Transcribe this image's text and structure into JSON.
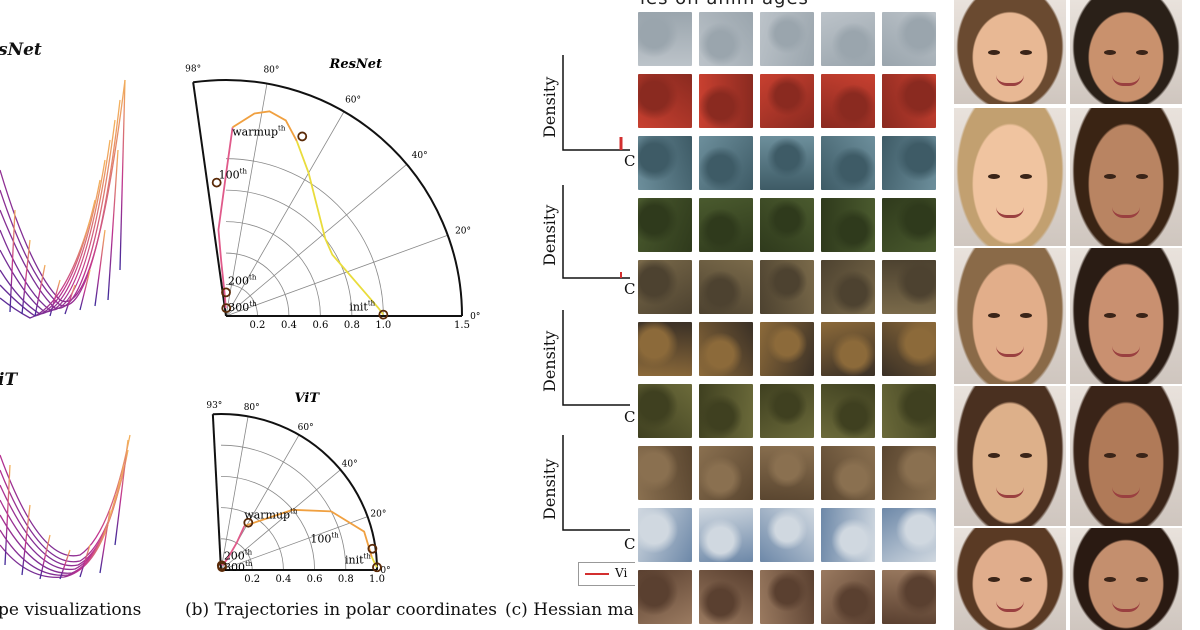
{
  "panel_a": {
    "title_top": "sNet",
    "title_bottom": "iT",
    "caption": "pe visualizations"
  },
  "panel_b": {
    "caption": "(b) Trajectories in polar coordinates",
    "chart_data": [
      {
        "type": "polar-trajectory",
        "title": "ResNet",
        "angle_ticks": [
          "98°",
          "80°",
          "60°",
          "40°",
          "20°",
          "0°"
        ],
        "radius_ticks": [
          "0.2",
          "0.4",
          "0.6",
          "0.8",
          "1.0",
          "1.5"
        ],
        "annotations": [
          "warmup",
          "100",
          "200",
          "300",
          "init"
        ],
        "annotation_sup": "th"
      },
      {
        "type": "polar-trajectory",
        "title": "ViT",
        "angle_ticks": [
          "93°",
          "80°",
          "60°",
          "40°",
          "20°",
          "0°"
        ],
        "radius_ticks": [
          "0.2",
          "0.4",
          "0.6",
          "0.8",
          "1.0"
        ],
        "annotations": [
          "warmup",
          "100",
          "200",
          "300",
          "init"
        ],
        "annotation_sup": "th"
      }
    ]
  },
  "panel_c": {
    "ylabel": "Density",
    "caption": "(c) Hessian ma",
    "legend_partial": "Vi",
    "xtick_partial": "C"
  },
  "overlay_title_partial": "ies on anim ages",
  "colors": {
    "surface_low": "#3b2a9a",
    "surface_high": "#f4b25a",
    "trajectory_yellow": "#e9dc3c",
    "trajectory_pink": "#e05a8a",
    "marker": "#5a2a08"
  }
}
